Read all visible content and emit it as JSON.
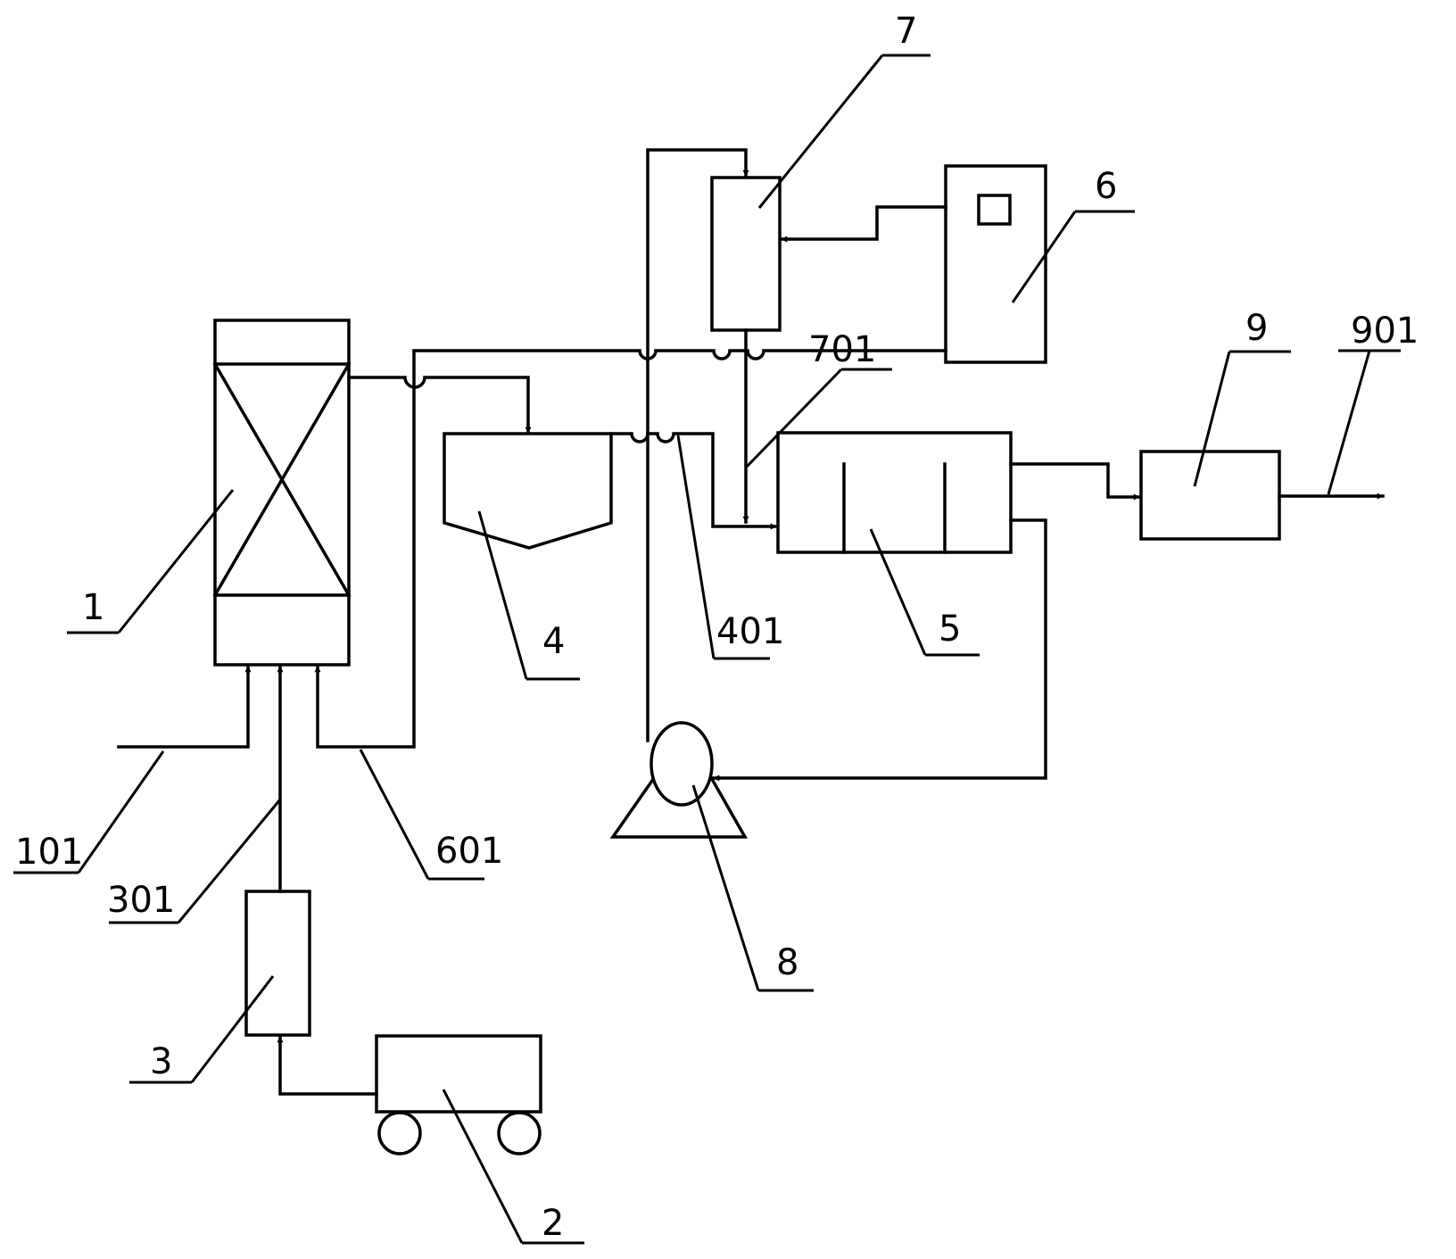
{
  "labels": {
    "l1": "1",
    "l2": "2",
    "l3": "3",
    "l4": "4",
    "l5": "5",
    "l6": "6",
    "l7": "7",
    "l8": "8",
    "l9": "9",
    "l101": "101",
    "l301": "301",
    "l401": "401",
    "l601": "601",
    "l701": "701",
    "l901": "901"
  },
  "colors": {
    "stroke": "#000000",
    "background": "#ffffff"
  }
}
